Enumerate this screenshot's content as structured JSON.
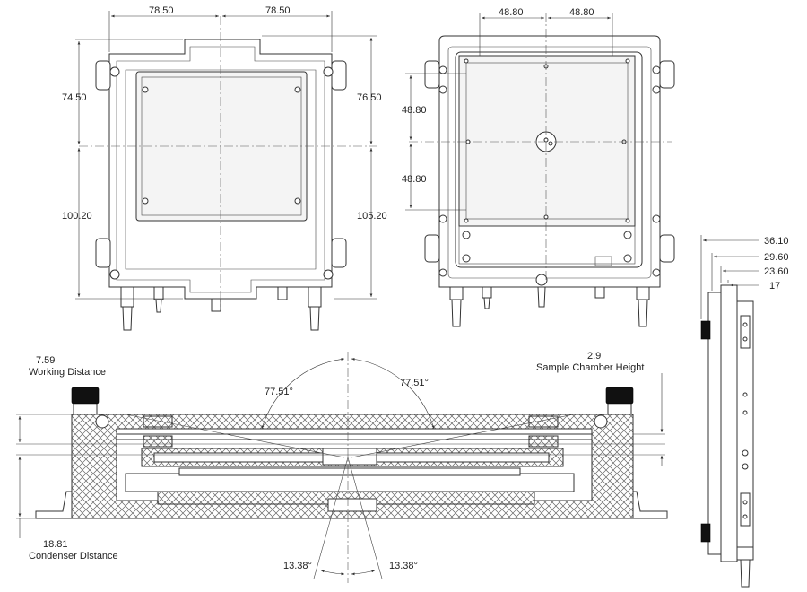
{
  "top_left_view": {
    "dim_width_left": "78.50",
    "dim_width_right": "78.50",
    "dim_height_upper": "74.50",
    "dim_height_lower": "100.20",
    "dim_height_upper_right": "76.50",
    "dim_height_lower_right": "105.20"
  },
  "top_right_view": {
    "dim_width_left": "48.80",
    "dim_width_right": "48.80",
    "dim_height_upper": "48.80",
    "dim_height_lower": "48.80"
  },
  "side_view": {
    "dim_1": "36.10",
    "dim_2": "29.60",
    "dim_3": "23.60",
    "dim_4": "17"
  },
  "section_view": {
    "working_distance_value": "7.59",
    "working_distance_label": "Working Distance",
    "chamber_height_value": "2.9",
    "chamber_height_label": "Sample Chamber Height",
    "angle_upper_left": "77.51°",
    "angle_upper_right": "77.51°",
    "condenser_distance_value": "18.81",
    "condenser_distance_label": "Condenser Distance",
    "angle_lower_left": "13.38°",
    "angle_lower_right": "13.38°"
  }
}
